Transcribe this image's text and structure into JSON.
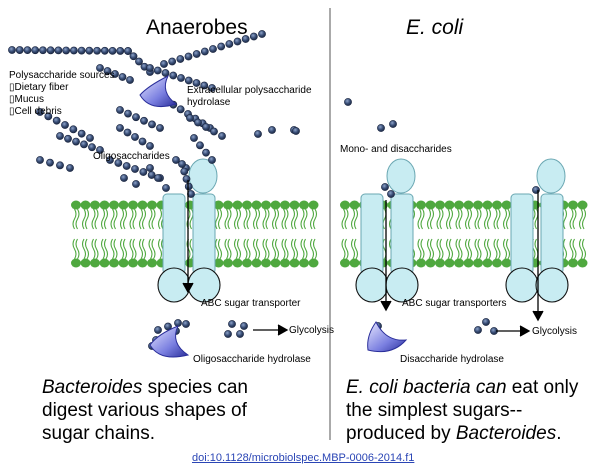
{
  "anaerobes": {
    "title": "Anaerobes",
    "sources_heading": "Polysaccharide sources",
    "sources": [
      "▯Dietary fiber",
      "▯Mucus",
      "▯Cell debris"
    ],
    "extracellular_hydrolase": [
      "Extracellular polysaccharide",
      "hydrolase"
    ],
    "oligosaccharides": "Oligosaccharides",
    "transporter": "ABC sugar transporter",
    "glycolysis": "Glycolysis",
    "hydrolase": "Oligosaccharide hydrolase",
    "caption": {
      "italic_lead": "Bacteroides",
      "line1_rest": " species can",
      "line2": "digest various shapes of",
      "line3": "sugar chains."
    }
  },
  "ecoli": {
    "title": "E. coli",
    "mono_di": "Mono- and disaccharides",
    "transporters": "ABC sugar transporters",
    "glycolysis": "Glycolysis",
    "hydrolase": "Disaccharide hydrolase",
    "caption": {
      "line1": "E. coli bacteria can",
      "line1_rest": " eat only",
      "line2": "the simplest sugars--",
      "line3_start": "produced by ",
      "line3_italic": "Bacteroides",
      "line3_end": "."
    }
  },
  "doi": "doi:10.1128/microbiolspec.MBP-0006-2014.f1",
  "colors": {
    "sugar": "#2c3f60",
    "membrane_green": "#4fa83f",
    "transporter_fill": "#c8ecf2",
    "enzyme_fill": "#3a3fb0"
  }
}
